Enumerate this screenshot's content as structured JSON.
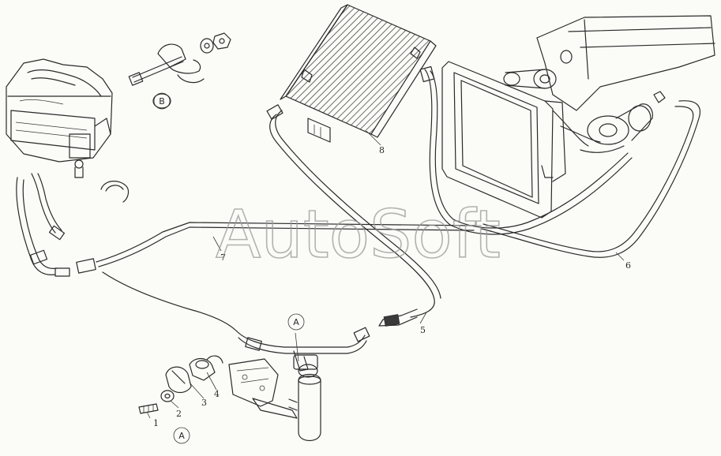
{
  "watermark": "AutoSoft",
  "view_markers": {
    "a_top": "A",
    "a_bottom": "A",
    "b": "B"
  },
  "callouts": {
    "c1": "1",
    "c2": "2",
    "c3": "3",
    "c4": "4",
    "c5": "5",
    "c6": "6",
    "c7": "7",
    "c8": "8"
  },
  "colors": {
    "line": "#2a2a2a",
    "paper": "#fbfbf8",
    "watermark": "#9a9a9a"
  }
}
